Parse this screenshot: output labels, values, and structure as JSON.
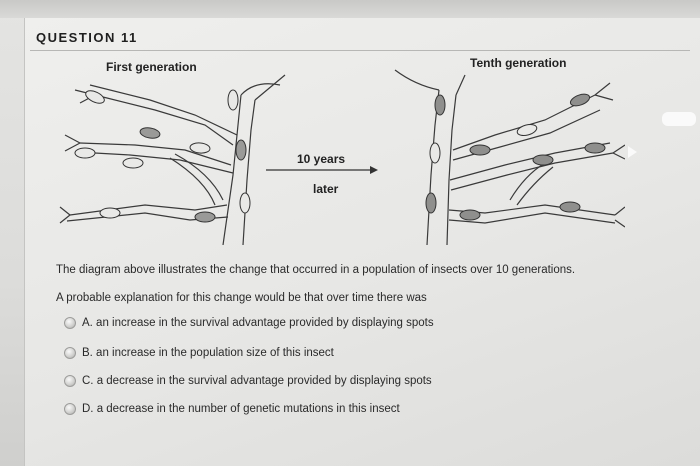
{
  "question": {
    "title": "QUESTION 11",
    "first_label": "First generation",
    "tenth_label": "Tenth generation",
    "arrow_line1": "10 years",
    "arrow_line2": "later",
    "stem": "The diagram above illustrates the change that occurred in a population of insects over 10 generations.",
    "prompt": "A probable explanation for this change would be that over time there was",
    "choices": [
      "A. an increase in the survival advantage provided by displaying spots",
      "B. an increase in the population size of this insect",
      "C. a decrease in the survival advantage provided by displaying spots",
      "D. a decrease in the number of genetic mutations in this insect"
    ]
  },
  "colors": {
    "background": "#e7e7e5",
    "text": "#2a2a2a",
    "line": "#3a3a3a"
  }
}
